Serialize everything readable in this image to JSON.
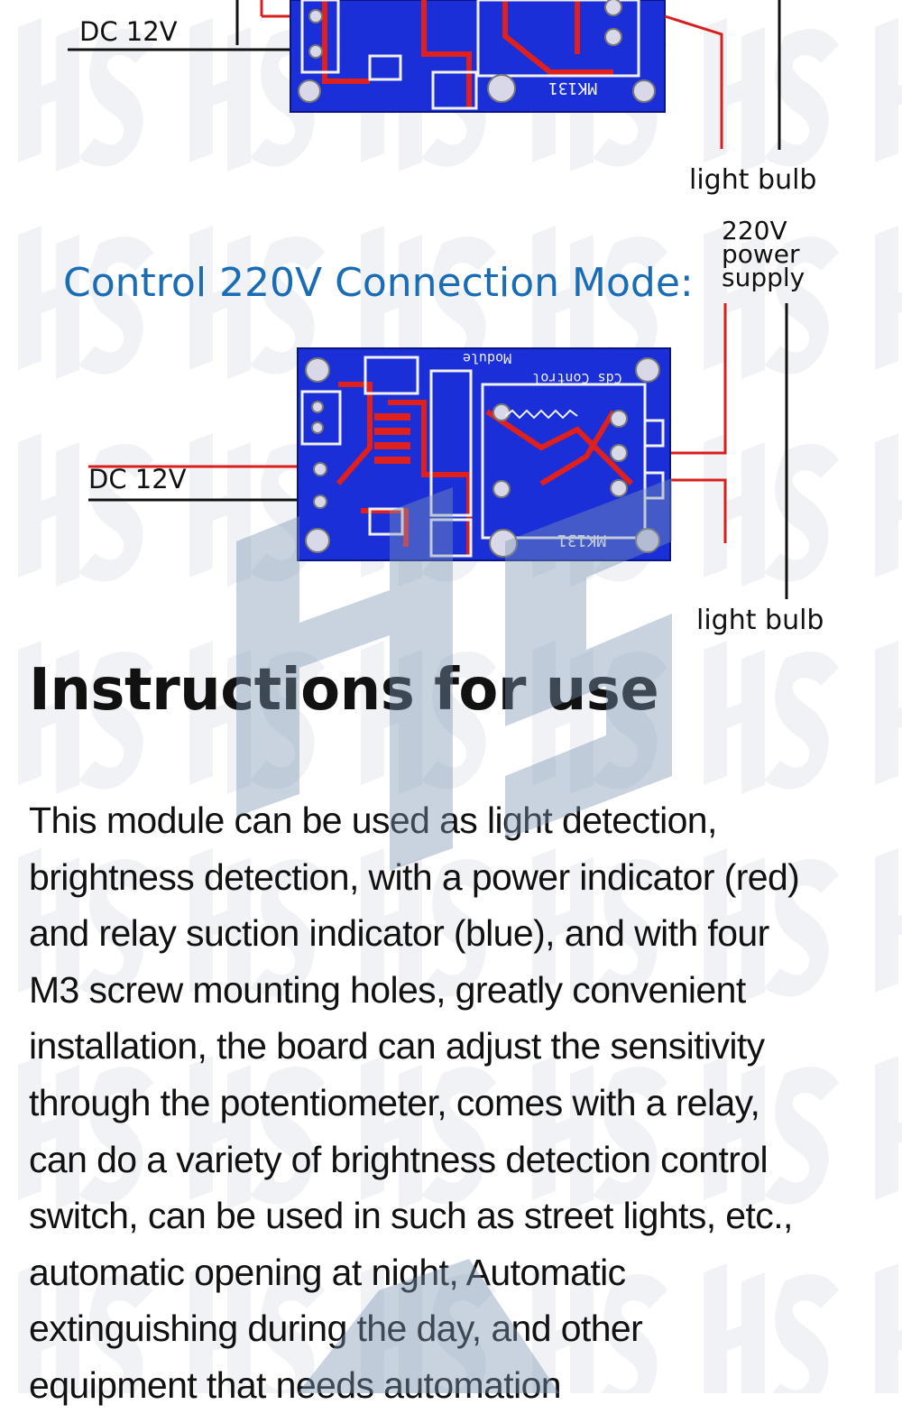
{
  "diagram_top": {
    "dc_label": "DC 12V",
    "board_label": "MK131",
    "bulb_label": "light bulb"
  },
  "mode_heading": "Control 220V Connection Mode:",
  "diagram_bottom": {
    "supply_label_line1": "220V",
    "supply_label_line2": "power",
    "supply_label_line3": "supply",
    "dc_label": "DC 12V",
    "board_title_line1": "Cds Control",
    "board_title_line2": "Module",
    "board_label": "MK131",
    "bulb_label": "light bulb"
  },
  "section_title": "Instructions for use",
  "body_lines": [
    "This module can be used as light detection,",
    "brightness detection, with a power indicator (red)",
    "and relay suction indicator (blue), and with four",
    "M3 screw mounting holes, greatly convenient",
    "installation, the board can adjust the sensitivity",
    "through the potentiometer, comes with a relay,",
    "can do a variety of brightness detection control",
    "switch, can be used in such as street lights, etc.,",
    "automatic opening at night, Automatic",
    "extinguishing during the day, and other",
    "equipment that needs automation"
  ],
  "colors": {
    "pcb_blue": "#1b2fd8",
    "trace_red": "#e0201c",
    "wire_red": "#d91e1e",
    "heading_blue": "#1a6cb5",
    "watermark": "#7f97b4"
  }
}
